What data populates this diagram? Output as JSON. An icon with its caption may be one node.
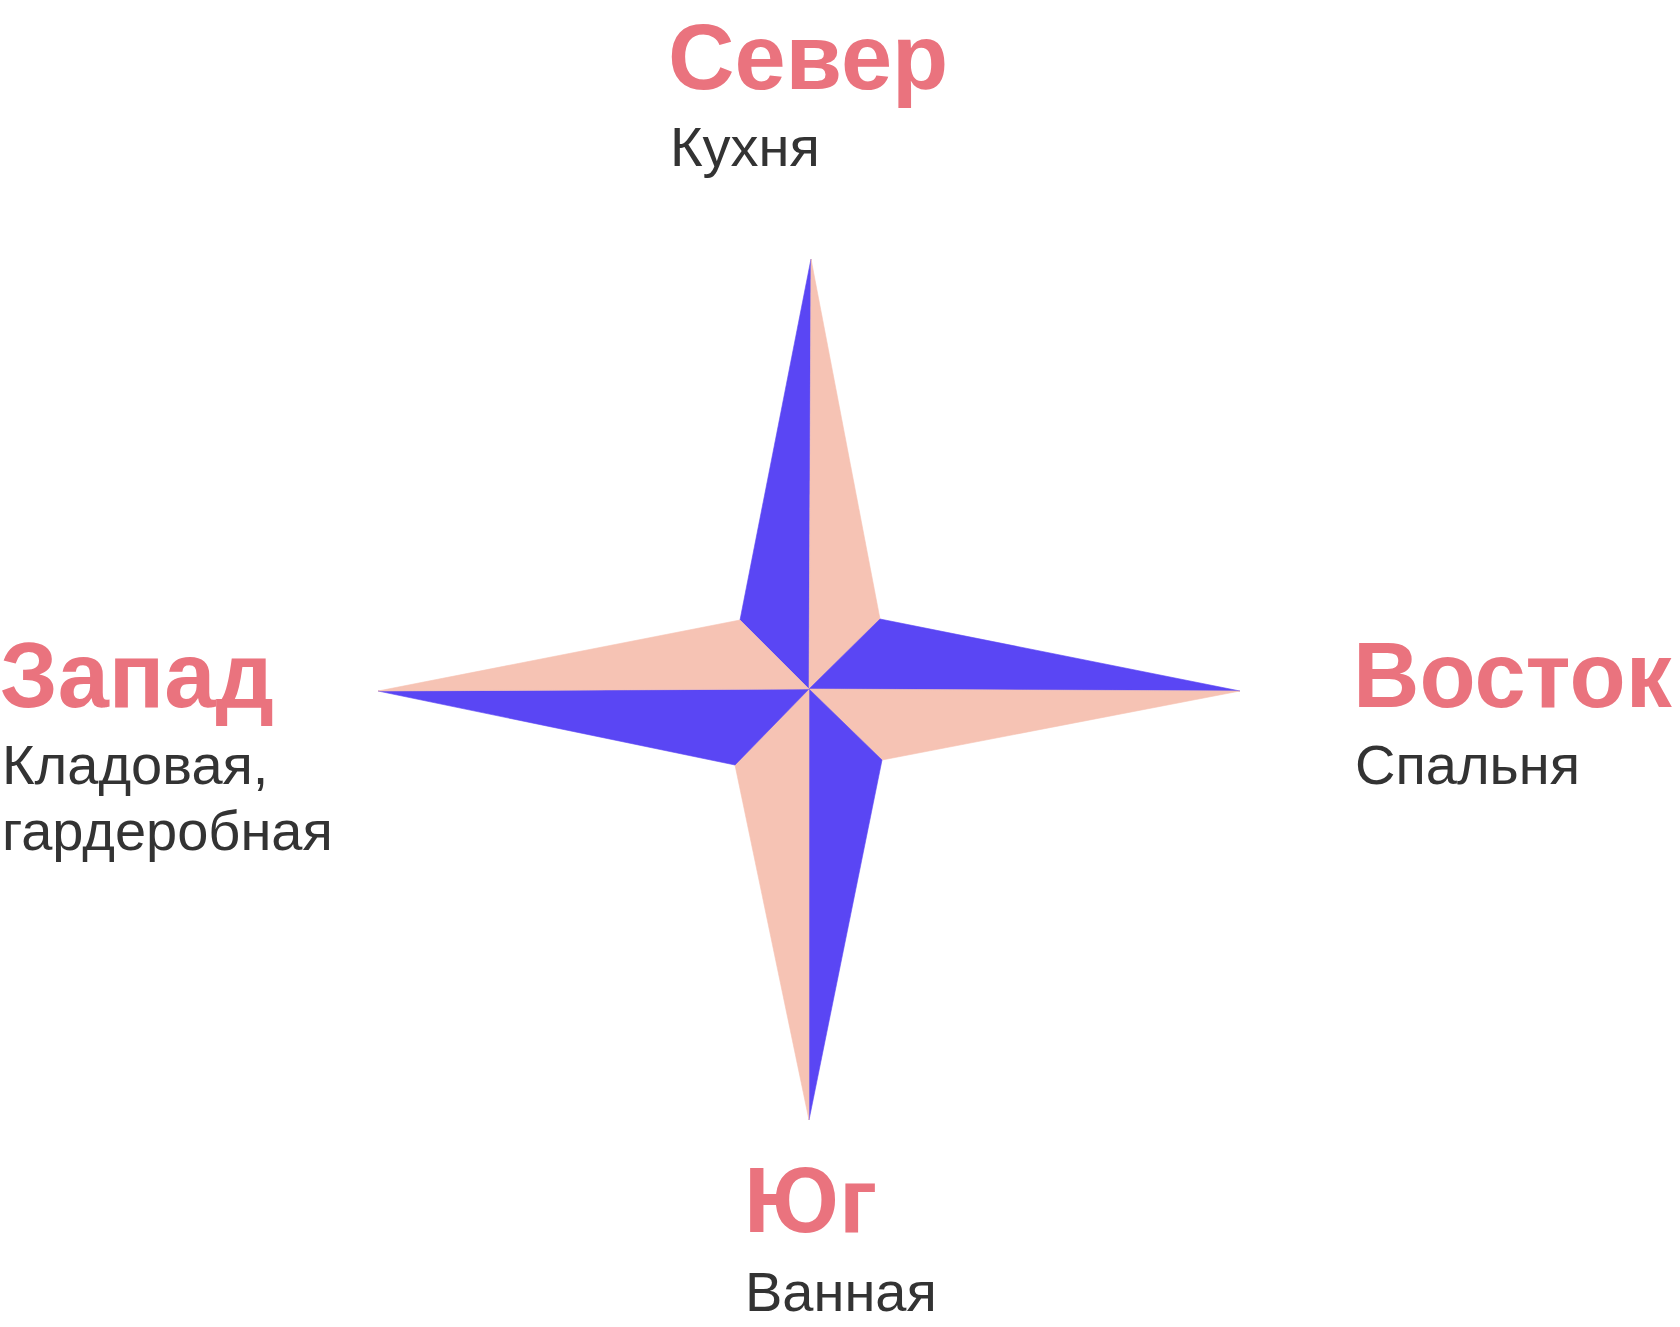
{
  "diagram": {
    "labels": [
      "Север",
      "Кухня",
      "Запад",
      "Кладовая, гардеробная",
      "Восток",
      "Спальня",
      "Юг",
      "Ванная"
    ]
  }
}
